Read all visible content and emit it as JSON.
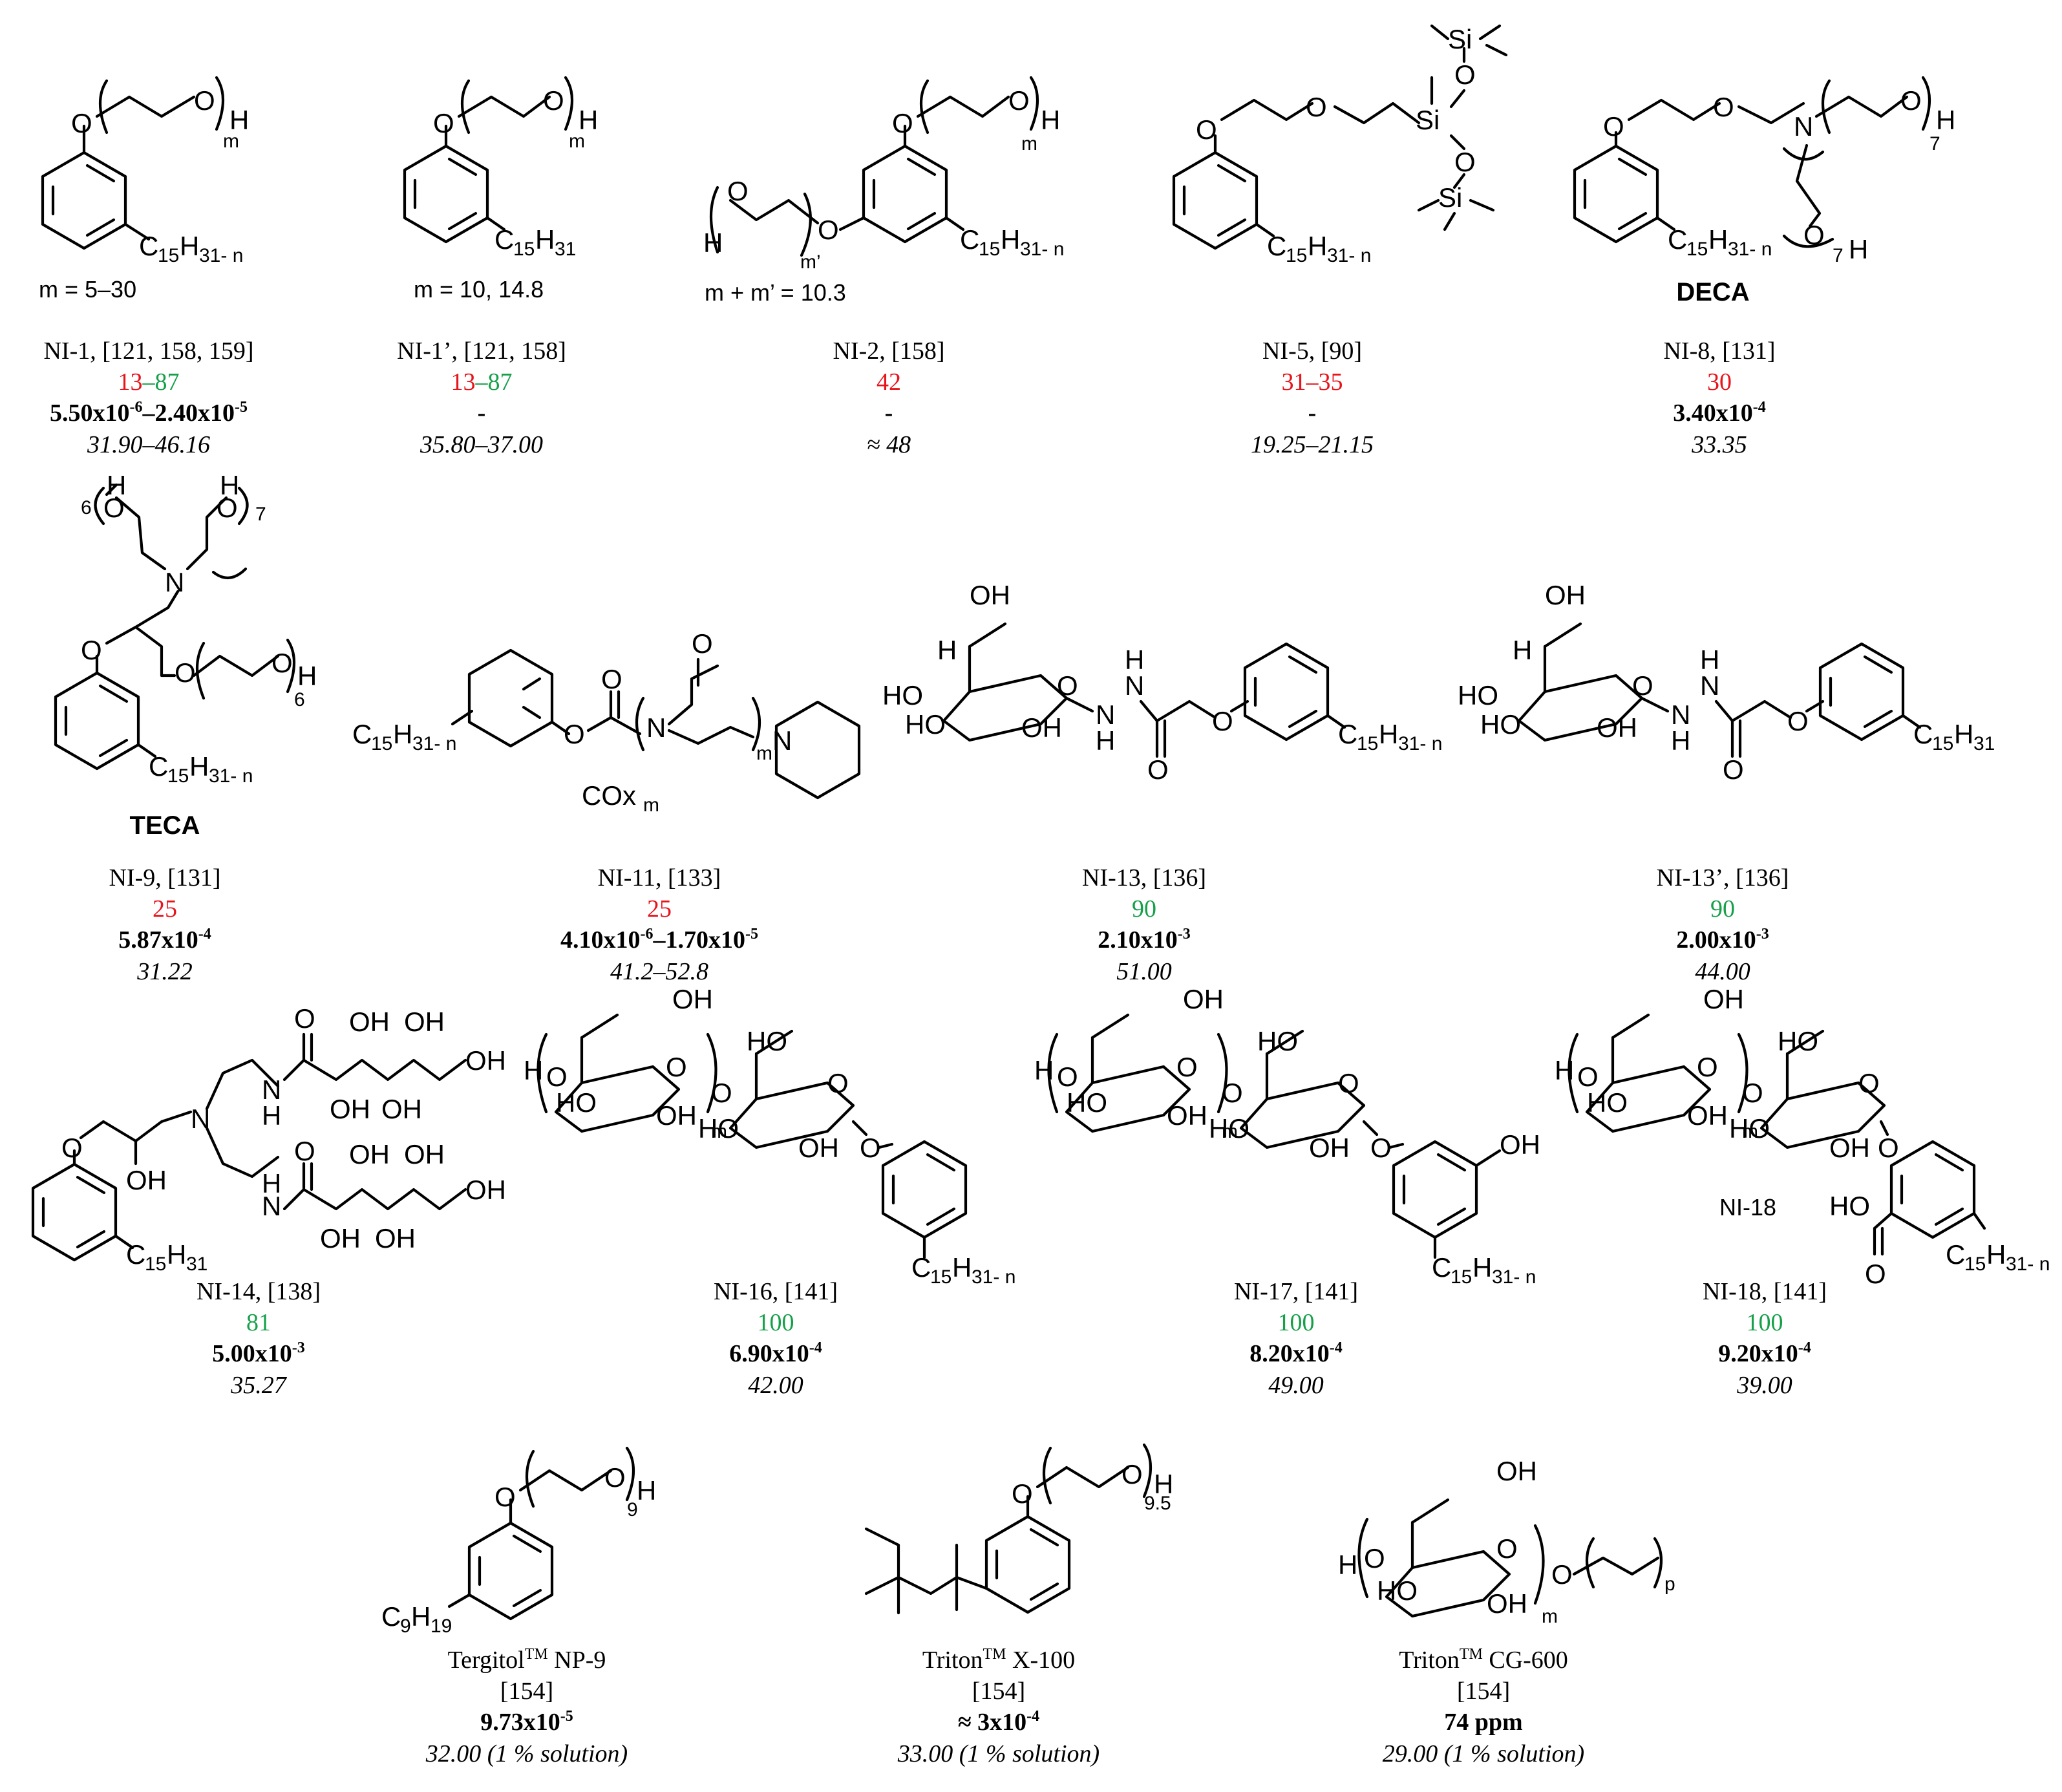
{
  "colors": {
    "low_biodeg": "#e8141c",
    "high_biodeg": "#16a04a",
    "text": "#000000"
  },
  "compounds": [
    {
      "id": "ni1",
      "name": "NI-1, [121, 158, 159]",
      "note": "m = 5–30",
      "bio_a": "13",
      "bio_sep": "–",
      "bio_b": "87",
      "cmc": "5.50x10",
      "cmc_exp": "-6",
      "cmc_mid": "–2.40x10",
      "cmc_exp2": "-5",
      "st": "31.90–46.16"
    },
    {
      "id": "ni1p",
      "name": "NI-1’, [121, 158]",
      "note": "m = 10, 14.8",
      "bio_a": "13",
      "bio_sep": "–",
      "bio_b": "87",
      "cmc": "-",
      "st": "35.80–37.00"
    },
    {
      "id": "ni2",
      "name": "NI-2, [158]",
      "note": "m + m’ = 10.3",
      "bio": "42",
      "cmc": "-",
      "st": "≈ 48"
    },
    {
      "id": "ni5",
      "name": "NI-5, [90]",
      "bio": "31–35",
      "cmc": "-",
      "st": "19.25–21.15"
    },
    {
      "id": "ni8",
      "name": "NI-8, [131]",
      "label": "DECA",
      "bio": "30",
      "cmc": "3.40x10",
      "cmc_exp": "-4",
      "st": "33.35"
    },
    {
      "id": "ni9",
      "name": "NI-9, [131]",
      "label": "TECA",
      "bio": "25",
      "cmc": "5.87x10",
      "cmc_exp": "-4",
      "st": "31.22"
    },
    {
      "id": "ni11",
      "name": "NI-11, [133]",
      "bio": "25",
      "cmc": "4.10x10",
      "cmc_exp": "-6",
      "cmc_mid": "–1.70x10",
      "cmc_exp2": "-5",
      "st": "41.2–52.8"
    },
    {
      "id": "ni13",
      "name": "NI-13, [136]",
      "bio": "90",
      "cmc": "2.10x10",
      "cmc_exp": "-3",
      "st": "51.00"
    },
    {
      "id": "ni13p",
      "name": "NI-13’, [136]",
      "bio": "90",
      "cmc": "2.00x10",
      "cmc_exp": "-3",
      "st": "44.00"
    },
    {
      "id": "ni14",
      "name": "NI-14, [138]",
      "bio": "81",
      "cmc": "5.00x10",
      "cmc_exp": "-3",
      "st": "35.27"
    },
    {
      "id": "ni16",
      "name": "NI-16, [141]",
      "bio": "100",
      "cmc": "6.90x10",
      "cmc_exp": "-4",
      "st": "42.00"
    },
    {
      "id": "ni17",
      "name": "NI-17, [141]",
      "bio": "100",
      "cmc": "8.20x10",
      "cmc_exp": "-4",
      "st": "49.00"
    },
    {
      "id": "ni18",
      "name": "NI-18, [141]",
      "inlabel": "NI-18",
      "bio": "100",
      "cmc": "9.20x10",
      "cmc_exp": "-4",
      "st": "39.00"
    }
  ],
  "references": [
    {
      "id": "tergitol",
      "name": "Tergitol",
      "tm": "TM",
      "name2": " NP-9",
      "ref": "[154]",
      "cmc": "9.73x10",
      "cmc_exp": "-5",
      "st": "32.00 (1 % solution)"
    },
    {
      "id": "tritonx",
      "name": "Triton",
      "tm": "TM",
      "name2": " X-100",
      "ref": "[154]",
      "cmc": "≈ 3x10",
      "cmc_exp": "-4",
      "st": "33.00 (1 % solution)"
    },
    {
      "id": "tritoncg",
      "name": "Triton",
      "tm": "TM",
      "name2": " CG-600",
      "ref": "[154]",
      "cmc": "74 ppm",
      "st": "29.00 (1 % solution)"
    }
  ],
  "atoms": {
    "O": "O",
    "H": "H",
    "N": "N",
    "Si": "Si",
    "OH": "OH",
    "HO": "HO",
    "C": "C",
    "COx": "COx",
    "m": "m",
    "mp": "m’",
    "p": "p",
    "n7": "7",
    "n6": "6",
    "n9": "9",
    "n95": "9.5",
    "c15": "15",
    "h31": "31",
    "h31n": "31- n",
    "h19": "19"
  }
}
